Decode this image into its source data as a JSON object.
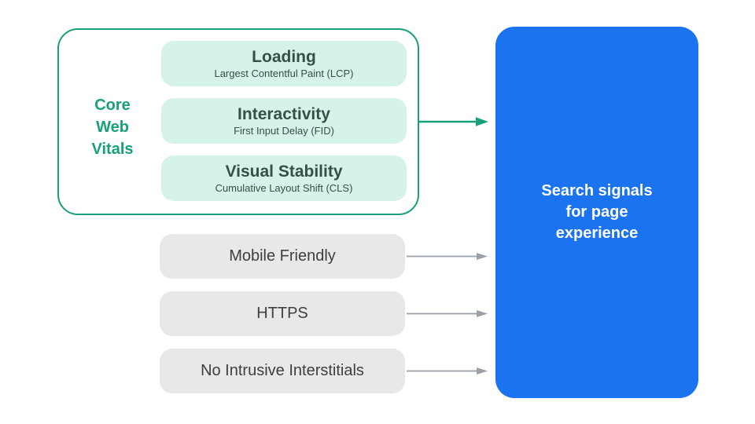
{
  "colors": {
    "teal": "#18A07C",
    "mint": "#D5F3E6",
    "pill_text": "#33504B",
    "gray_bg": "#E8E8EA",
    "gray_text": "#3C4043",
    "arrow_gray": "#99A0A6",
    "blue": "#1B73F0",
    "white": "#FFFFFF"
  },
  "core_web_vitals": {
    "label": "Core Web Vitals",
    "items": [
      {
        "title": "Loading",
        "subtitle": "Largest Contentful Paint (LCP)"
      },
      {
        "title": "Interactivity",
        "subtitle": "First Input Delay (FID)"
      },
      {
        "title": "Visual Stability",
        "subtitle": "Cumulative Layout Shift (CLS)"
      }
    ]
  },
  "other_signals": [
    {
      "label": "Mobile Friendly"
    },
    {
      "label": "HTTPS"
    },
    {
      "label": "No Intrusive Interstitials"
    }
  ],
  "result": {
    "label": "Search signals for page experience"
  }
}
